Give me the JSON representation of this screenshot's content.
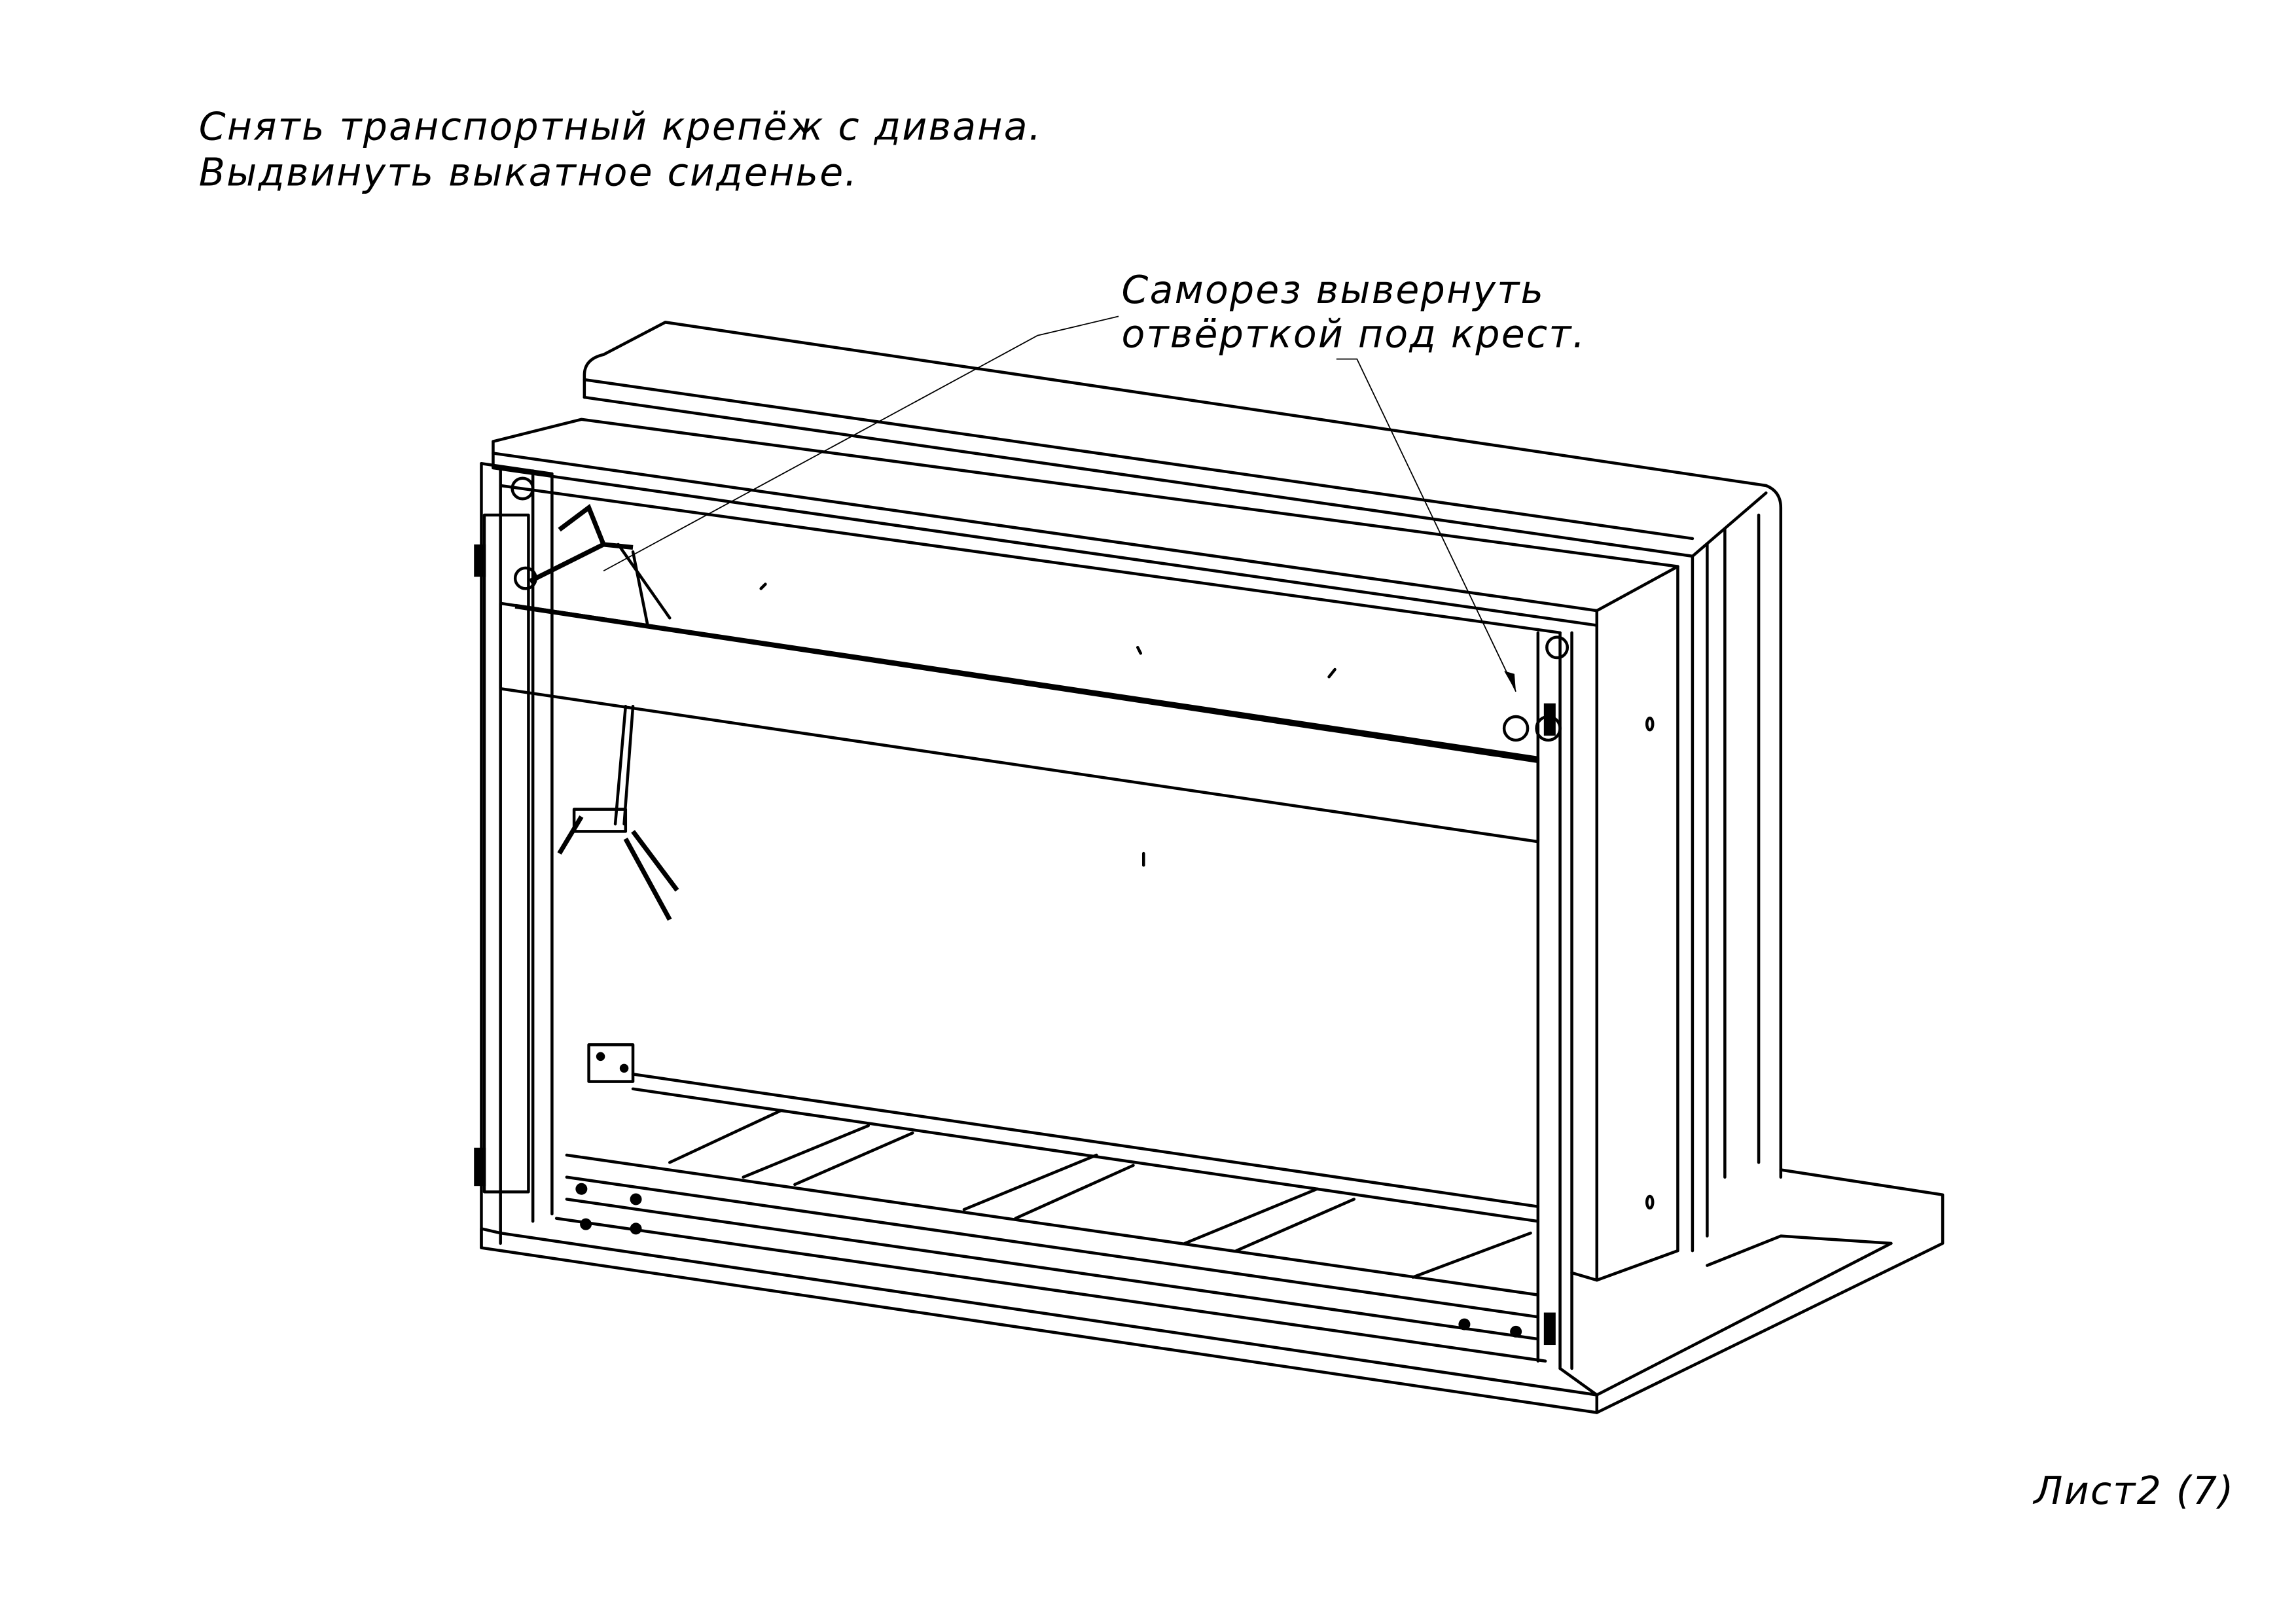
{
  "instructions": {
    "line1": "Снять транспортный крепёж с дивана.",
    "line2": "Выдвинуть выкатное сиденье."
  },
  "callout": {
    "line1": "Саморез вывернуть",
    "line2": "отвёрткой под крест."
  },
  "sheet_label": "Лист2 (7)"
}
